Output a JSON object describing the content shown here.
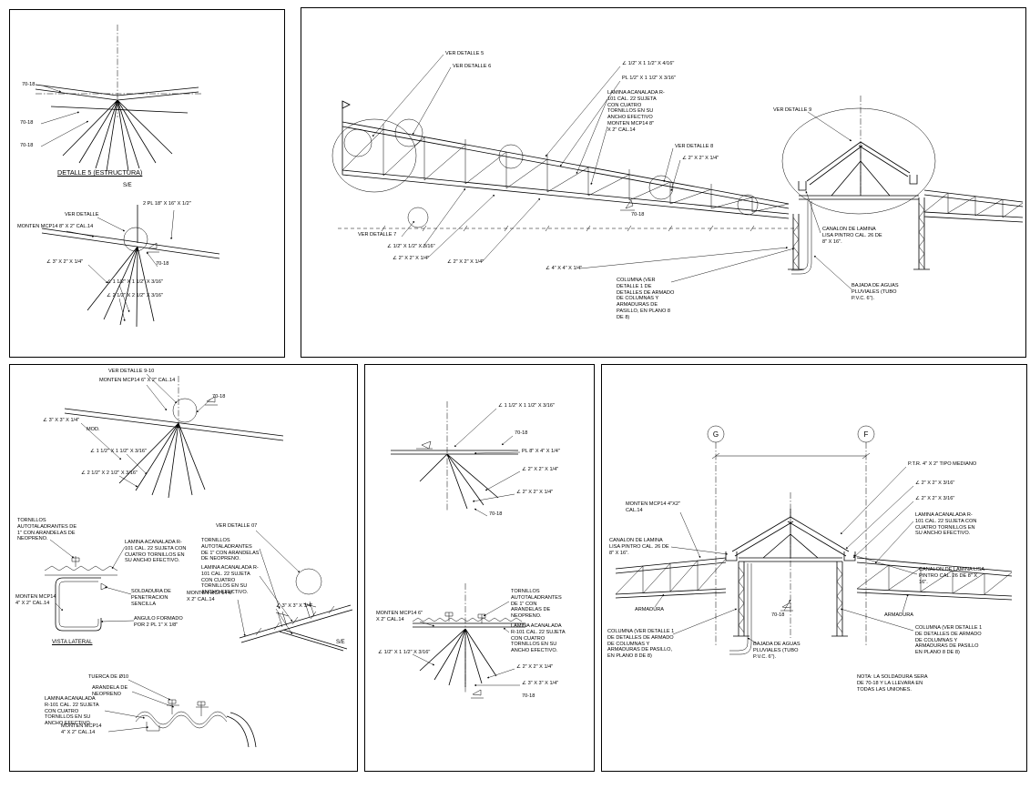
{
  "drawing": {
    "bg": "#ffffff",
    "ink": "#000000"
  },
  "p1": {
    "dim_a": "70-18",
    "dim_b": "70-18",
    "dim_c": "70-18",
    "title": "DETALLE 5 (ESTRUCTURA)",
    "scale": "S/E",
    "ver_detalle": "VER DETALLE",
    "monten": "MONTEN MCP14 8\" X 2\" CAL.14",
    "placa": "2 PL 18\" X 16\" X 1/2\"",
    "ang_3x2": "∠ 3\" X 2\" X 1/4\"",
    "dim_d": "70-18",
    "ang_112": "∠ 1 1/2\" X 1 1/2\" X 3/16\"",
    "ang_212": "∠ 2 1/2\" X 2 1/2\" X 3/16\""
  },
  "p2": {
    "ver_detalle_5": "VER DETALLE 5",
    "ver_detalle_6": "VER DETALLE 6",
    "ang_tip": "∠ 1/2\" X 1 1/2\" X 4/16\"",
    "pl_tip": "PL 1/2\" X 1 1/2\" X 3/16\"",
    "lamina": "LAMINA ACANALADA R-101 CAL. 22 SUJETA CON CUATRO TORNILLOS EN SU ANCHO EFECTIVO",
    "monten": "MONTEN MCP14 8\" X 2\" CAL.14",
    "ver_detalle_8": "VER DETALLE 8",
    "ang_2x2_a": "∠ 2\" X 2\" X 1/4\"",
    "ver_detalle_9": "VER DETALLE 9",
    "ver_detalle_7": "VER DETALLE 7",
    "ang_12": "∠ 1/2\" X 1/2\" X 3/16\"",
    "ang_2x2_b": "∠ 2\" X 2\" X 1/4\"",
    "ang_2x2_c": "∠ 2\" X 2\" X 1/4\"",
    "ang_4x4": "∠ 4\" X 4\" X 1/4\"",
    "dim_a": "70-18",
    "canalon": "CANALON DE LAMINA LISA PINTRO CAL. 26 DE 8\" X 16\".",
    "columna": "COLUMNA (VER DETALLE 1 DE DETALLES DE ARMADO DE COLUMNAS Y ARMADURAS DE PASILLO, EN PLANO 8 DE 8)",
    "bajada": "BAJADA DE AGUAS PLUVIALES (TUBO P.V.C. 6\")."
  },
  "p3": {
    "ver_detalle_910": "VER DETALLE 9-10",
    "monten_a": "MONTEN MCP14 6\" X 2\" CAL.14",
    "dim_a": "70-18",
    "ang_3x3_a": "∠ 3\" X 3\" X 1/4\"",
    "mod": "MOD.",
    "ang_112": "∠ 1 1/2\" X 1 1/2\" X 3/16\"",
    "ang_212": "∠ 2 1/2\" X 2 1/2\" X 3/16\"",
    "tornillos_a": "TORNILLOS AUTOTALADRANTES DE 1\" CON ARANDELAS DE NEOPRENO.",
    "lamina_a": "LAMINA ACANALADA R-101 CAL. 22 SUJETA CON CUATRO TORNILLOS EN SU ANCHO EFECTIVO.",
    "monten_b": "MONTEN MCP14 4\" X 2\" CAL.14",
    "soldadura": "SOLDADURA DE PENETRACION SENCILLA",
    "angulo": "ANGULO FORMADO POR 2 PL 1\" X 1/8\"",
    "vista_lateral": "VISTA LATERAL",
    "ver_detalle_07": "VER DETALLE 07",
    "tornillos_b": "TORNILLOS AUTOTALADRANTES DE 1\" CON ARANDELAS DE NEOPRENO.",
    "lamina_b": "LAMINA ACANALADA R-101 CAL. 22 SUJETA CON CUATRO TORNILLOS EN SU ANCHO EFECTIVO.",
    "monten_c": "MONTEN MCP14 6\" X 2\" CAL.14",
    "ang_3x3_b": "∠ 3\" X 3\" X 1/4\"",
    "scale": "S/E",
    "tuerca": "TUERCA DE Ø10",
    "arandela": "ARANDELA DE NEOPRENO",
    "lamina_c": "LAMINA ACANALADA R-101 CAL. 22 SUJETA CON CUATRO TORNILLOS EN SU ANCHO EFECTIVO",
    "monten_d": "MONTEN MCP14 4\" X 2\" CAL.14"
  },
  "p4": {
    "ang_112_a": "∠ 1 1/2\" X 1 1/2\" X 3/16\"",
    "dim_a": "70-18",
    "pl": "PL 8\" X 4\" X 1/4\"",
    "ang_2x2_a": "∠ 2\" X 2\" X 1/4\"",
    "ang_2x2_b": "∠ 2\" X 2\" X 1/4\"",
    "dim_b": "70-18",
    "monten": "MONTEN MCP14 6\" X 2\" CAL.14",
    "tornillos": "TORNILLOS AUTOTALADRANTES DE 1\" CON ARANDELAS DE NEOPRENO.",
    "lamina": "LAMINA ACANALADA R-101 CAL. 22 SUJETA CON CUATRO TORNILLOS EN SU ANCHO EFECTIVO.",
    "ang_112_b": "∠ 1/2\" X 1 1/2\" X 3/16\"",
    "ang_2x2_c": "∠ 2\" X 2\" X 1/4\"",
    "ang_3x3": "∠ 3\" X 3\" X 1/4\"",
    "dim_c": "70-18"
  },
  "p5": {
    "grid_g": "G",
    "grid_f": "F",
    "monten_tl": "MONTEN MCP14 4\"X2\" CAL.14",
    "ptr": "P.T.R. 4\" X 2\" TIPO MEDIANO",
    "ang_a": "∠ 2\" X 2\" X 3/16\"",
    "ang_b": "∠ 2\" X 2\" X 3/16\"",
    "lamina": "LAMINA ACANALADA R-101 CAL. 22 SUJETA CON CUATRO TORNILLOS EN SU ANCHO EFECTIVO.",
    "canalon_l": "CANALON DE LAMINA LISA PINTRO CAL. 26 DE 8\" X 16\".",
    "canalon_r": "CANALON DE LAMINA LISA PINTRO CAL. 26 DE 8\" X 16\".",
    "armadura_l": "ARMADURA",
    "armadura_r": "ARMADURA",
    "dim_a": "70-18",
    "columna_l": "COLUMNA (VER DETALLE 1 DE DETALLES DE ARMADO DE COLUMNAS Y ARMADURAS DE PASILLO, EN PLANO 8 DE 8)",
    "columna_r": "COLUMNA (VER DETALLE 1 DE DETALLES DE ARMADO DE COLUMNAS Y ARMADURAS DE PASILLO EN PLANO 8 DE 8)",
    "bajada": "BAJADA DE AGUAS PLUVIALES (TUBO P.V.C. 6\").",
    "nota": "NOTA: LA SOLDADURA SERA DE 70-18 Y LA LLEVARA EN TODAS LAS UNIONES."
  }
}
